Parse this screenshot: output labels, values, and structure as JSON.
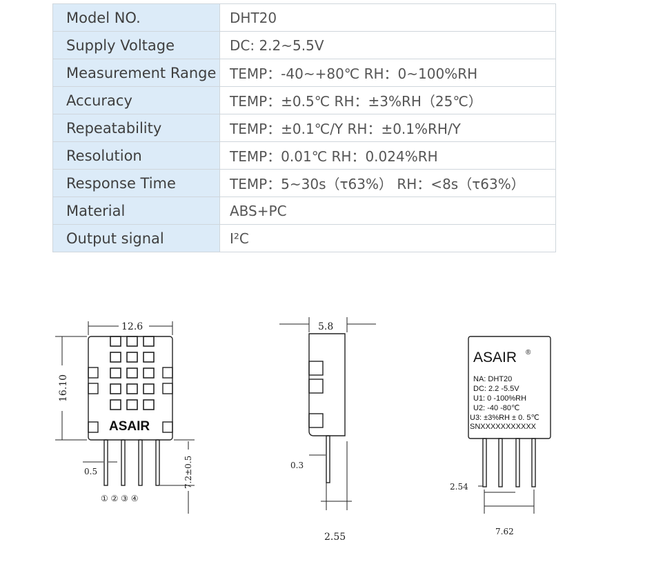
{
  "specs": [
    {
      "label": "Model NO.",
      "value": "DHT20"
    },
    {
      "label": "Supply Voltage",
      "value": "DC: 2.2~5.5V"
    },
    {
      "label": "Measurement Range",
      "value": "TEMP：-40~+80℃   RH：0~100%RH"
    },
    {
      "label": "Accuracy",
      "value": "TEMP：±0.5℃       RH：±3%RH（25℃）"
    },
    {
      "label": "Repeatability",
      "value": "TEMP：±0.1℃/Y   RH：±0.1%RH/Y"
    },
    {
      "label": "Resolution",
      "value": "TEMP：0.01℃         RH：0.024%RH"
    },
    {
      "label": "Response Time",
      "value": "TEMP：5~30s（τ63%）  RH：<8s（τ63%）"
    },
    {
      "label": "Material",
      "value": "ABS+PC"
    },
    {
      "label": "Output signal",
      "value": "I²C"
    }
  ],
  "drawing": {
    "front": {
      "width_dim": "12.6",
      "height_dim": "16.10",
      "pin_width_dim": "0.5",
      "pin_length_dim": "7.2±0.5",
      "logo": "ASAIR",
      "pin_numbers": "① ② ③ ④"
    },
    "side": {
      "depth_dim": "5.8",
      "pin_thickness_dim": "0.3",
      "bottom_dim": "2.55"
    },
    "back": {
      "logo": "ASAIR",
      "registered": "®",
      "label_lines": [
        "NA: DHT20",
        "DC: 2.2 -5.5V",
        "U1: 0 -100%RH",
        "U2: -40 -80℃",
        "U3: ±3%RH ± 0. 5℃",
        "SNXXXXXXXXXXX"
      ],
      "pitch_dim": "2.54",
      "span_dim": "7.62"
    }
  }
}
